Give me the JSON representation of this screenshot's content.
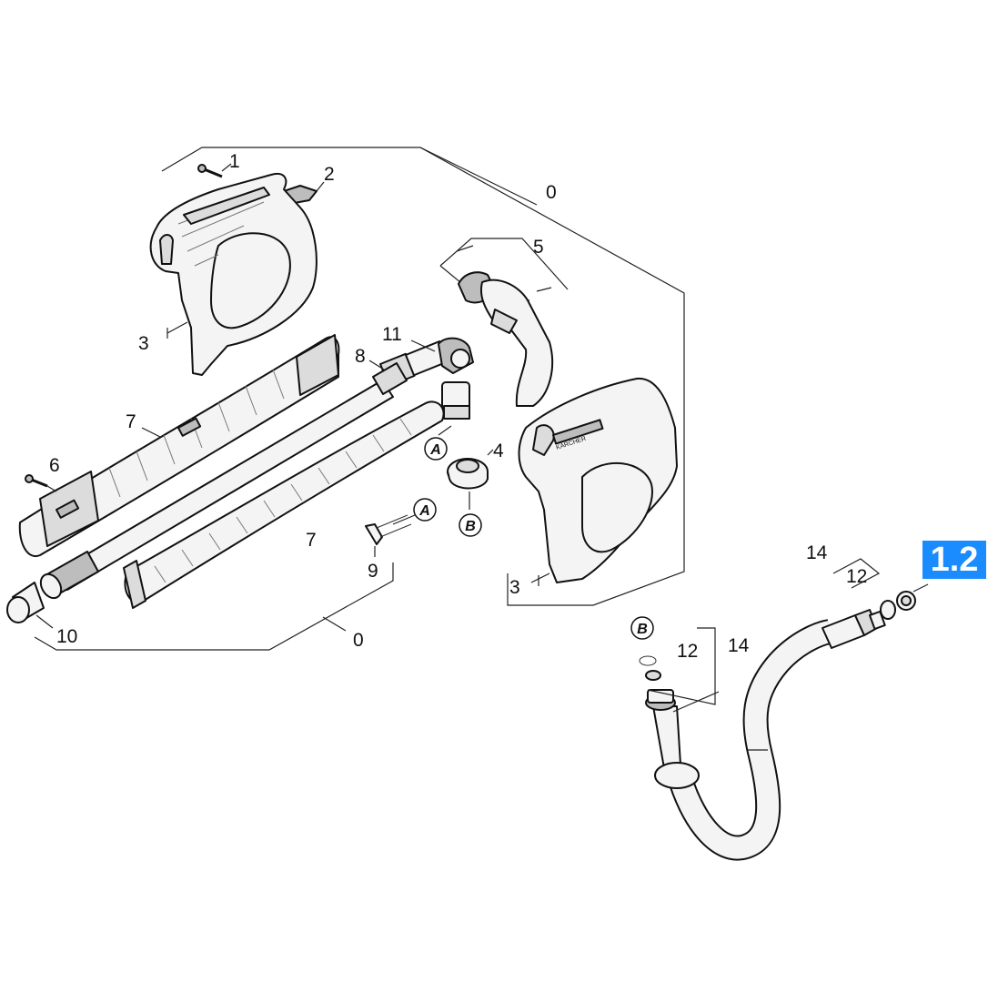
{
  "colors": {
    "badge_bg": "#1a8cff",
    "badge_text": "#ffffff",
    "line": "#111111"
  },
  "badge": {
    "label": "1.2"
  },
  "callouts": {
    "c1": "1",
    "c2": "2",
    "c3a": "3",
    "c3b": "3",
    "c4": "4",
    "c5": "5",
    "c6": "6",
    "c7a": "7",
    "c7b": "7",
    "c8": "8",
    "c9": "9",
    "c10": "10",
    "c11": "11",
    "c0a": "0",
    "c0b": "0",
    "c12a": "12",
    "c12b": "12",
    "c14a": "14",
    "c14b": "14"
  },
  "connectors": {
    "A1": "A",
    "A2": "A",
    "B1": "B",
    "B2": "B"
  },
  "handle_brand": "KÄRCHER"
}
